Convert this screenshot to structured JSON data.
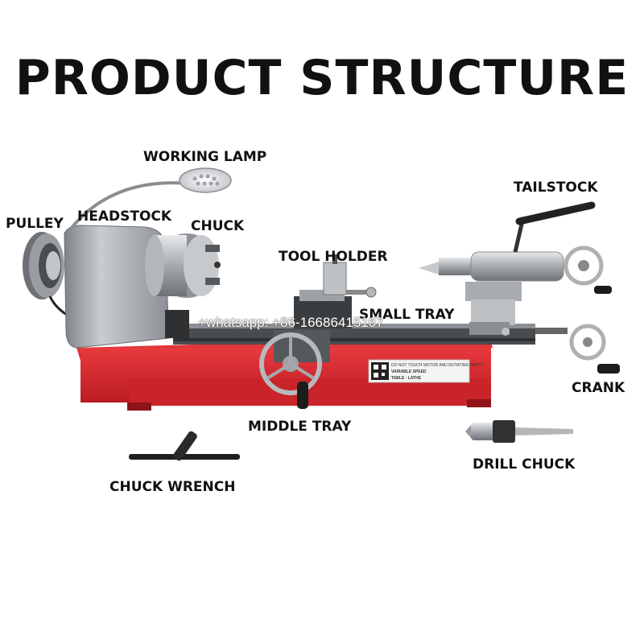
{
  "title": "PRODUCT STRUCTURE",
  "labels": {
    "working_lamp": "WORKING LAMP",
    "pulley": "PULLEY",
    "headstock": "HEADSTOCK",
    "chuck": "CHUCK",
    "tool_holder": "TOOL HOLDER",
    "tailstock": "TAILSTOCK",
    "small_tray": "SMALL TRAY",
    "crank": "CRANK",
    "middle_tray": "MIDDLE TRAY",
    "drill_chuck": "DRILL CHUCK",
    "chuck_wrench": "CHUCK WRENCH"
  },
  "watermark": "+whatsapp: +86-16686415167",
  "decal": {
    "warning": "DO NOT TOUCH MOTOR AND ROTATING PARTS",
    "line1": "VARIABLE SPEED",
    "line2": "TABLE · LATHE"
  },
  "colors": {
    "bed_red": "#d8262c",
    "metal_gray": "#a9adb2",
    "dark_steel": "#3a3d40"
  }
}
